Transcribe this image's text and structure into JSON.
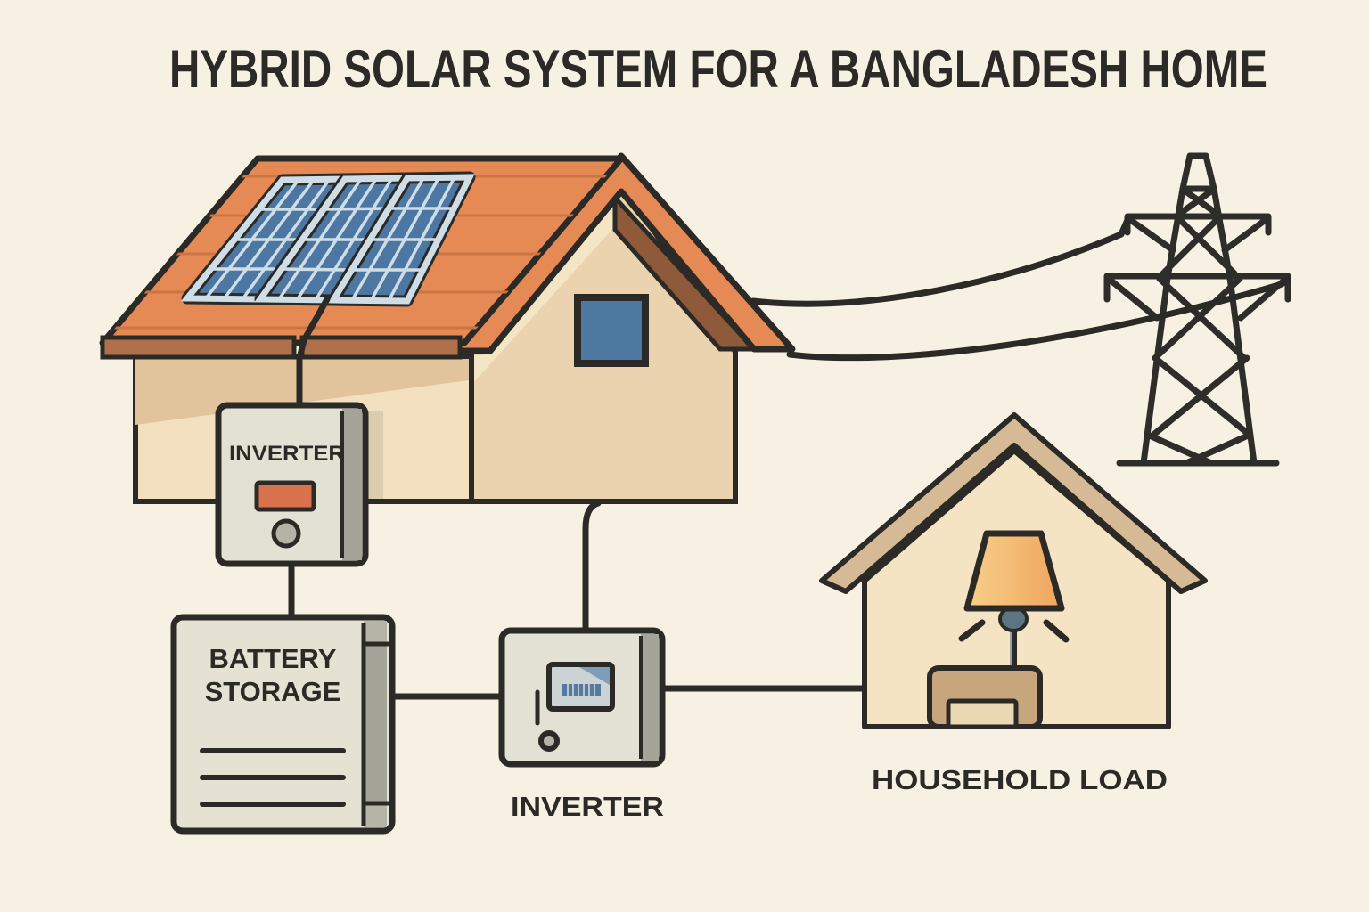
{
  "title": "HYBRID SOLAR SYSTEM FOR A BANGLADESH HOME",
  "components": {
    "solar_array": {
      "panel_count": 3
    },
    "rooftop_inverter": {
      "label": "INVERTER"
    },
    "battery_storage": {
      "label_line1": "BATTERY",
      "label_line2": "STORAGE"
    },
    "hybrid_inverter": {
      "label": "INVERTER"
    },
    "household_load": {
      "label": "HOUSEHOLD LOAD"
    },
    "grid_tower": {
      "icon": "transmission-tower-icon"
    },
    "lamp": {
      "icon": "lamp-icon"
    }
  },
  "connections": [
    {
      "from": "solar-panel-array",
      "to": "rooftop-inverter"
    },
    {
      "from": "rooftop-inverter",
      "to": "battery-storage"
    },
    {
      "from": "battery-storage",
      "to": "hybrid-inverter"
    },
    {
      "from": "main-house",
      "to": "hybrid-inverter"
    },
    {
      "from": "hybrid-inverter",
      "to": "household-load-house"
    },
    {
      "from": "main-house",
      "to": "grid-tower"
    }
  ],
  "colors": {
    "background": "#f6f1e3",
    "outline": "#2b2a26",
    "roof_orange": "#e68a55",
    "roof_tile_line": "#cc7443",
    "gable_shadow_brown": "#8f5a3a",
    "fascia_brown": "#b0714a",
    "wall_tan": "#ead3ae",
    "wall_light": "#f2e0bf",
    "wall_shadow": "#e2c49c",
    "panel_blue": "#4c77a2",
    "panel_frame": "#cfdde6",
    "window_blue": "#4d789f",
    "box_face": "#e3e1d3",
    "box_strip": "#a5a499",
    "indicator_orange": "#d9714a",
    "knob_gray": "#b4b3a6",
    "screen_gray": "#ccd3d5",
    "screen_blue": "#567a9f",
    "load_roof_tan": "#d6b995",
    "load_wall": "#f4e4c3",
    "lamp_shade_light": "#f8cf88",
    "lamp_shade_dark": "#efa55e",
    "lamp_socket": "#5c7484",
    "table_tan": "#c7a67e"
  }
}
